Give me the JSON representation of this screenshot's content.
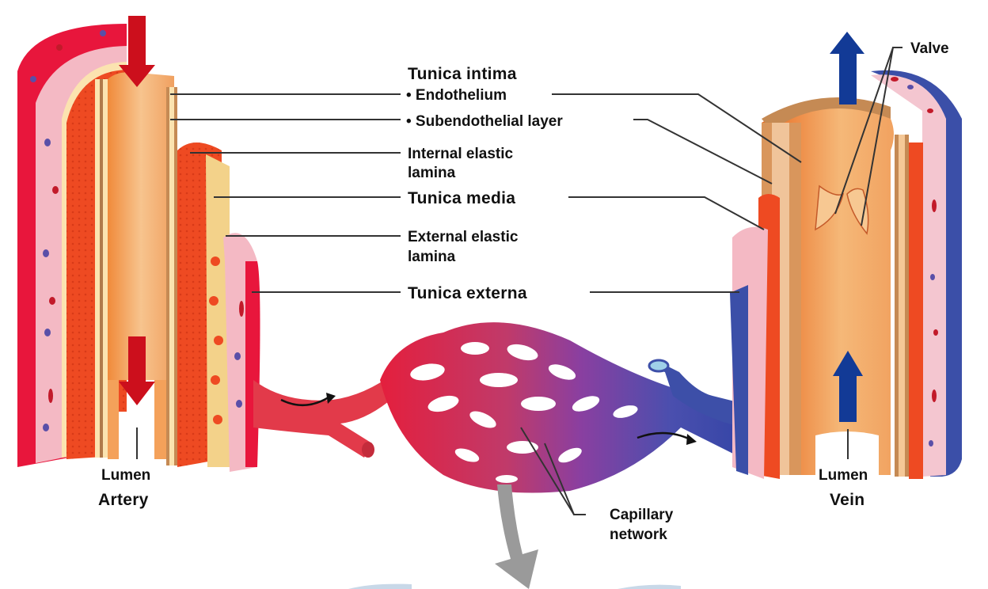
{
  "diagram": {
    "title": "Structure of artery, vein and capillary network",
    "labels": {
      "tunica_intima": "Tunica intima",
      "endothelium": "• Endothelium",
      "subendothelial": "• Subendothelial layer",
      "internal_elastic_1": "Internal elastic",
      "internal_elastic_2": "lamina",
      "tunica_media": "Tunica media",
      "external_elastic_1": "External elastic",
      "external_elastic_2": "lamina",
      "tunica_externa": "Tunica externa",
      "valve": "Valve",
      "artery_lumen": "Lumen",
      "artery": "Artery",
      "vein_lumen": "Lumen",
      "vein": "Vein",
      "capillary_1": "Capillary",
      "capillary_2": "network"
    },
    "vessels": [
      {
        "name": "Artery",
        "flow": "downward",
        "color": "#e8163c"
      },
      {
        "name": "Capillary network",
        "flow": "left-to-right",
        "color": "#8a3fa0"
      },
      {
        "name": "Vein",
        "flow": "upward",
        "color": "#3b4fa8"
      }
    ],
    "colors": {
      "artery_outer": "#e8163c",
      "artery_arrow": "#cc0f1c",
      "vein_outer": "#3b4fa8",
      "vein_arrow": "#123a96",
      "media": "#ee4a22",
      "externa": "#f4b9c4",
      "intima": "#f4a15a",
      "capillary_red": "#e23a4a",
      "capillary_purple": "#8a3fa0",
      "capillary_blue": "#3d4fa8",
      "pointer_arrow": "#9a9a9a"
    }
  }
}
